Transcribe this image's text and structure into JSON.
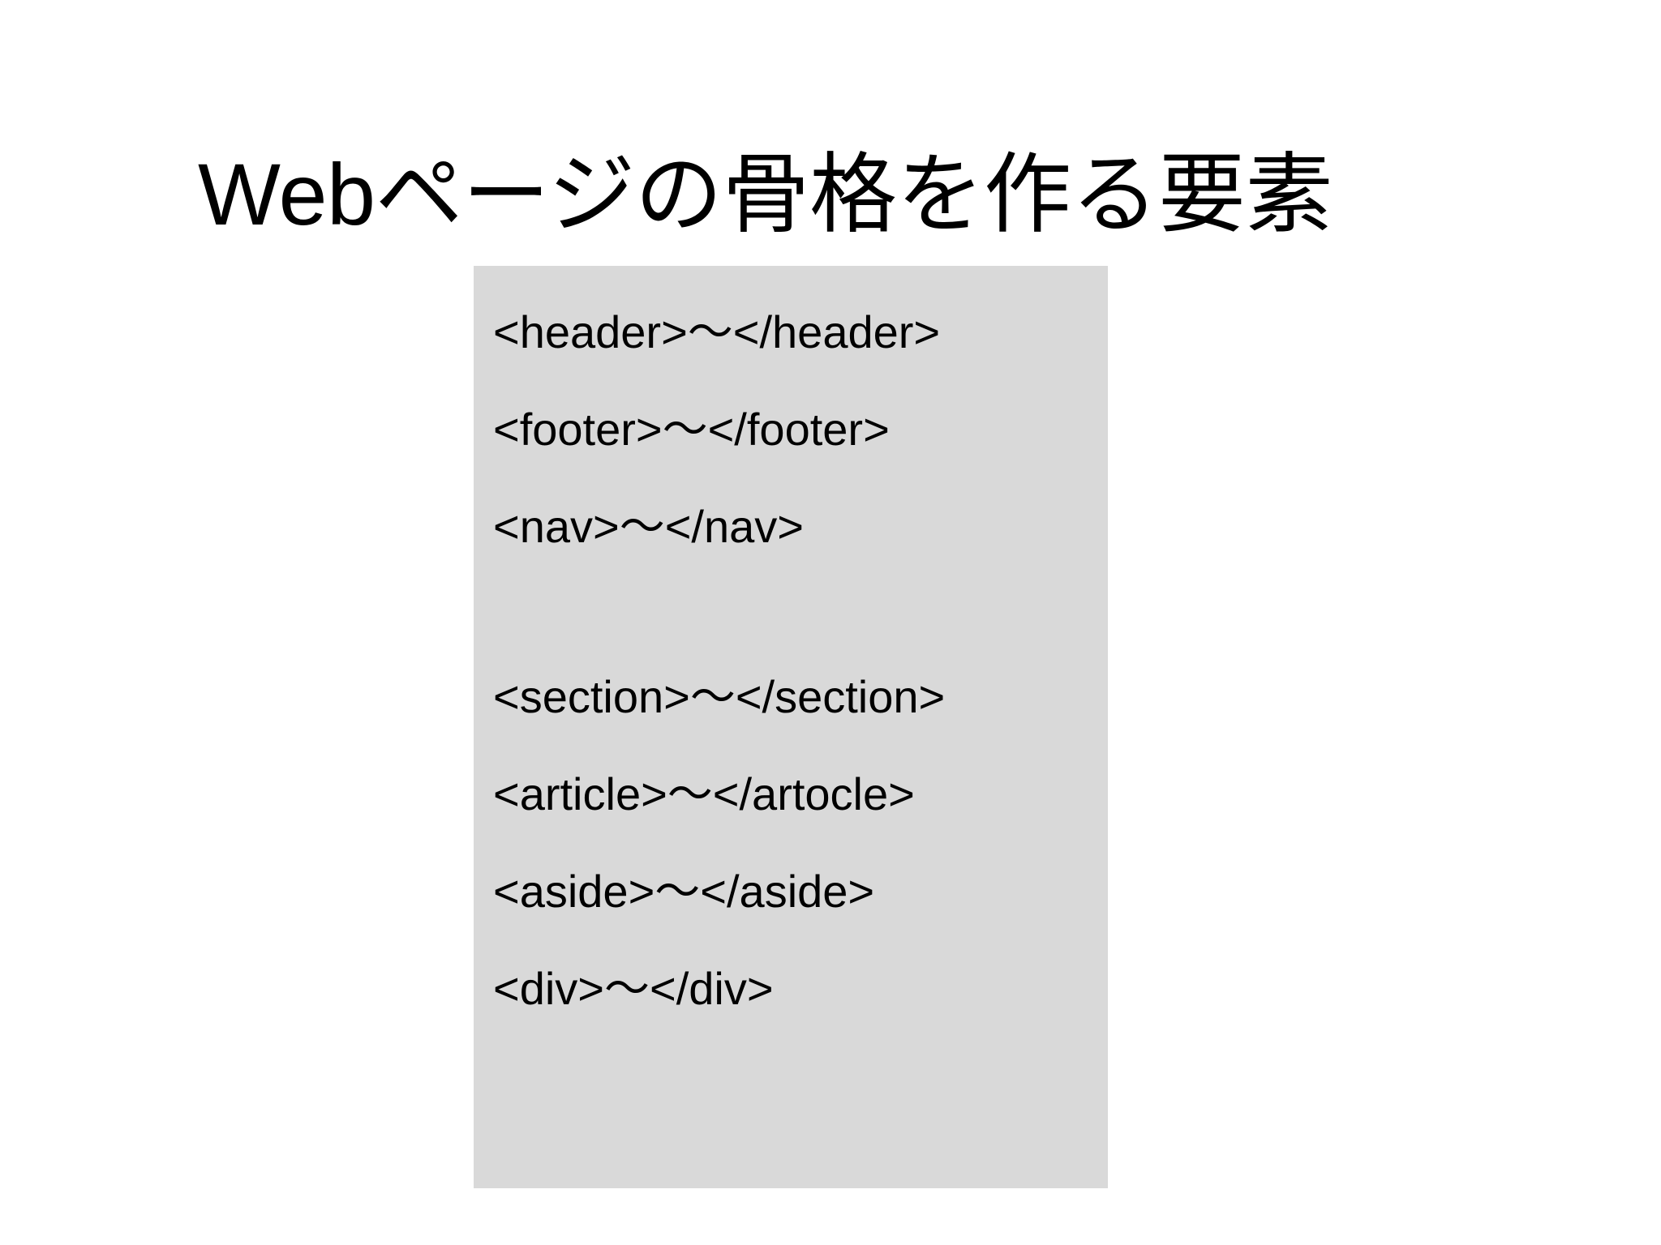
{
  "slide": {
    "title": "Webページの骨格を作る要素",
    "background_color": "#ffffff",
    "text_color": "#000000"
  },
  "content_box": {
    "background_color": "#d9d9d9",
    "lines": [
      {
        "id": "header",
        "text": "<header>〜</header>",
        "gap_before": false
      },
      {
        "id": "footer",
        "text": "<footer>〜</footer>",
        "gap_before": false
      },
      {
        "id": "nav",
        "text": "<nav>〜</nav>",
        "gap_before": false
      },
      {
        "id": "section",
        "text": "<section>〜</section>",
        "gap_before": true
      },
      {
        "id": "article",
        "text": "<article>〜</artocle>",
        "gap_before": false
      },
      {
        "id": "aside",
        "text": "<aside>〜</aside>",
        "gap_before": false
      },
      {
        "id": "div",
        "text": "<div>〜</div>",
        "gap_before": false
      }
    ]
  }
}
